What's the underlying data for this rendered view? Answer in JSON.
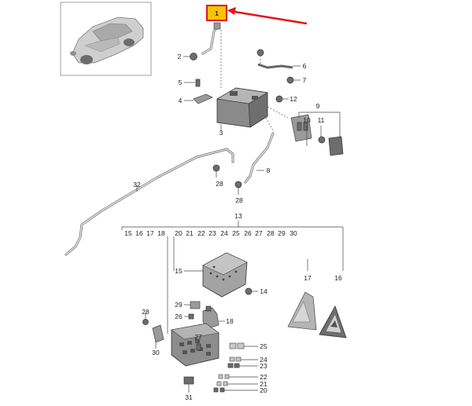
{
  "callouts": [
    {
      "id": "c1",
      "text": "1",
      "highlight": true
    },
    {
      "id": "c2",
      "text": "2"
    },
    {
      "id": "c3",
      "text": "3"
    },
    {
      "id": "c4",
      "text": "4"
    },
    {
      "id": "c5",
      "text": "5"
    },
    {
      "id": "c6",
      "text": "6"
    },
    {
      "id": "c7",
      "text": "7"
    },
    {
      "id": "c8",
      "text": "8"
    },
    {
      "id": "c9",
      "text": "9"
    },
    {
      "id": "c10",
      "text": "10"
    },
    {
      "id": "c11",
      "text": "11"
    },
    {
      "id": "c12",
      "text": "12"
    },
    {
      "id": "c13",
      "text": "13"
    },
    {
      "id": "c14",
      "text": "14"
    },
    {
      "id": "c15",
      "text": "15"
    },
    {
      "id": "c16",
      "text": "16"
    },
    {
      "id": "c17",
      "text": "17"
    },
    {
      "id": "c18",
      "text": "18"
    },
    {
      "id": "c20",
      "text": "20"
    },
    {
      "id": "c21",
      "text": "21"
    },
    {
      "id": "c22",
      "text": "22"
    },
    {
      "id": "c23",
      "text": "23"
    },
    {
      "id": "c24",
      "text": "24"
    },
    {
      "id": "c25",
      "text": "25"
    },
    {
      "id": "c26",
      "text": "26"
    },
    {
      "id": "c27",
      "text": "27"
    },
    {
      "id": "c28a",
      "text": "28"
    },
    {
      "id": "c28b",
      "text": "28"
    },
    {
      "id": "c28c",
      "text": "28"
    },
    {
      "id": "c29",
      "text": "29"
    },
    {
      "id": "c30",
      "text": "30"
    },
    {
      "id": "c31",
      "text": "31"
    },
    {
      "id": "c32",
      "text": "32"
    }
  ],
  "group_row": [
    "15",
    "16",
    "17",
    "18",
    "20",
    "21",
    "22",
    "23",
    "24",
    "25",
    "26",
    "27",
    "28",
    "29",
    "30"
  ],
  "colors": {
    "highlight_fill": "#f5c400",
    "highlight_border": "#e01818",
    "arrow": "#e01818"
  }
}
